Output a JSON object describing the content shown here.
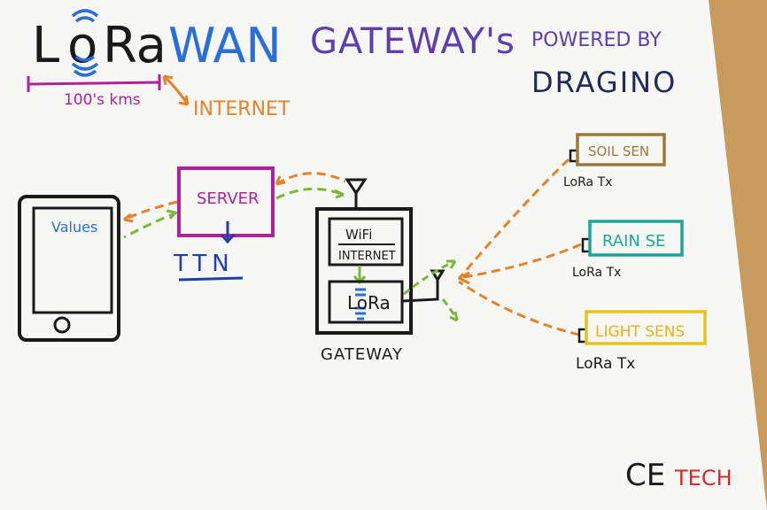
{
  "title": {
    "lora_l": "L",
    "lora_o": "o",
    "lora_ra": "Ra",
    "wan": "WAN",
    "gateway": "GATEWAY's",
    "powered_by": "POWERED BY",
    "brand": "DRAGINO"
  },
  "range_label": "100's kms",
  "internet_label": "INTERNET",
  "phone": {
    "screen_text": "Values"
  },
  "server": {
    "label": "SERVER",
    "ttn": "TTN"
  },
  "gateway": {
    "wifi_line1": "WiFi",
    "wifi_line2": "INTERNET",
    "lora_label": "LoRa",
    "caption": "GATEWAY"
  },
  "sensors": [
    {
      "label": "SOIL SEN",
      "tx": "LoRa Tx"
    },
    {
      "label": "RAIN SE",
      "tx": "LoRa Tx"
    },
    {
      "label": "LIGHT SENS",
      "tx": "LoRa Tx"
    }
  ],
  "footer_brand": {
    "ce": "CE",
    "tech": "TECH"
  },
  "colors": {
    "paper": "#f7f7f5",
    "table": "#c89a5e",
    "black": "#1a1a1a",
    "blue_wan": "#2a6fd6",
    "purple": "#5b3fb0",
    "magenta": "#b0219c",
    "orange": "#e8822a",
    "green": "#7ab83a",
    "soil": "#9a7a3a",
    "rain": "#1ea59a",
    "light": "#e8c21a",
    "ttn": "#1f3fa8"
  }
}
